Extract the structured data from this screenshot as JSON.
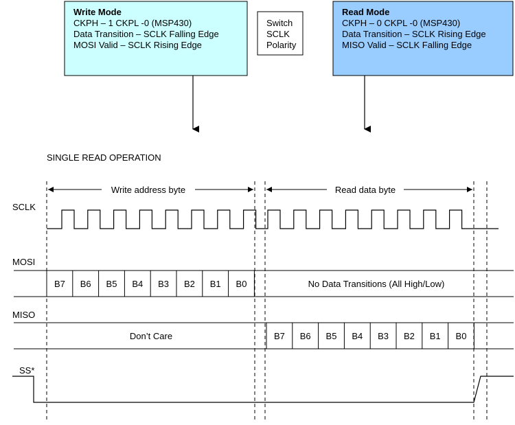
{
  "write_mode": {
    "title": "Write Mode",
    "lines": [
      "CKPH – 1 CKPL -0 (MSP430)",
      "Data Transition – SCLK Falling Edge",
      "MOSI Valid – SCLK Rising Edge"
    ],
    "fill": "#ccffff"
  },
  "switch_box": {
    "lines": [
      "Switch",
      "SCLK",
      "Polarity"
    ]
  },
  "read_mode": {
    "title": "Read Mode",
    "lines": [
      "CKPH – 0 CKPL -0 (MSP430)",
      "Data Transition – SCLK Rising Edge",
      "MISO Valid – SCLK Falling Edge"
    ],
    "fill": "#99ccff"
  },
  "operation_title": "SINGLE READ OPERATION",
  "write_span_label": "Write address byte",
  "read_span_label": "Read data byte",
  "signals": {
    "sclk": "SCLK",
    "mosi": "MOSI",
    "miso": "MISO",
    "ss": "SS*"
  },
  "mosi_bits": [
    "B7",
    "B6",
    "B5",
    "B4",
    "B3",
    "B2",
    "B1",
    "B0"
  ],
  "mosi_idle": "No Data Transitions (All High/Low)",
  "miso_idle": "Don’t Care",
  "miso_bits": [
    "B7",
    "B6",
    "B5",
    "B4",
    "B3",
    "B2",
    "B1",
    "B0"
  ]
}
